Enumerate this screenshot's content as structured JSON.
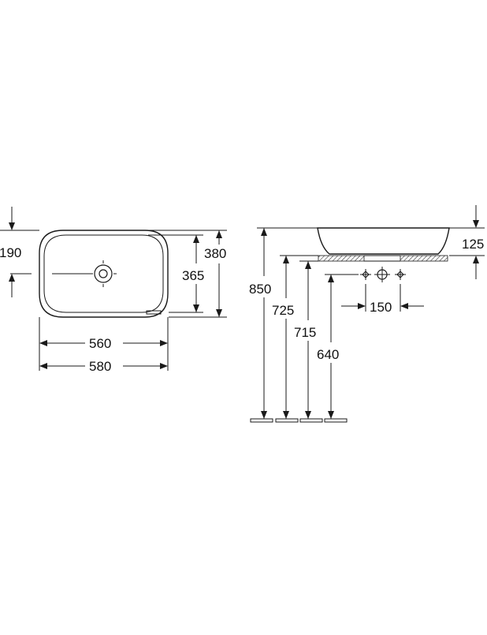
{
  "dimensions": {
    "top_view": {
      "overflow_offset": "190",
      "inner_width": "560",
      "outer_width": "580",
      "inner_depth": "365",
      "outer_depth": "380"
    },
    "side_view": {
      "basin_height": "125",
      "top_edge_height": "850",
      "counter_top_height": "725",
      "counter_underside_height": "715",
      "drain_height": "640",
      "tap_spacing": "150"
    }
  }
}
